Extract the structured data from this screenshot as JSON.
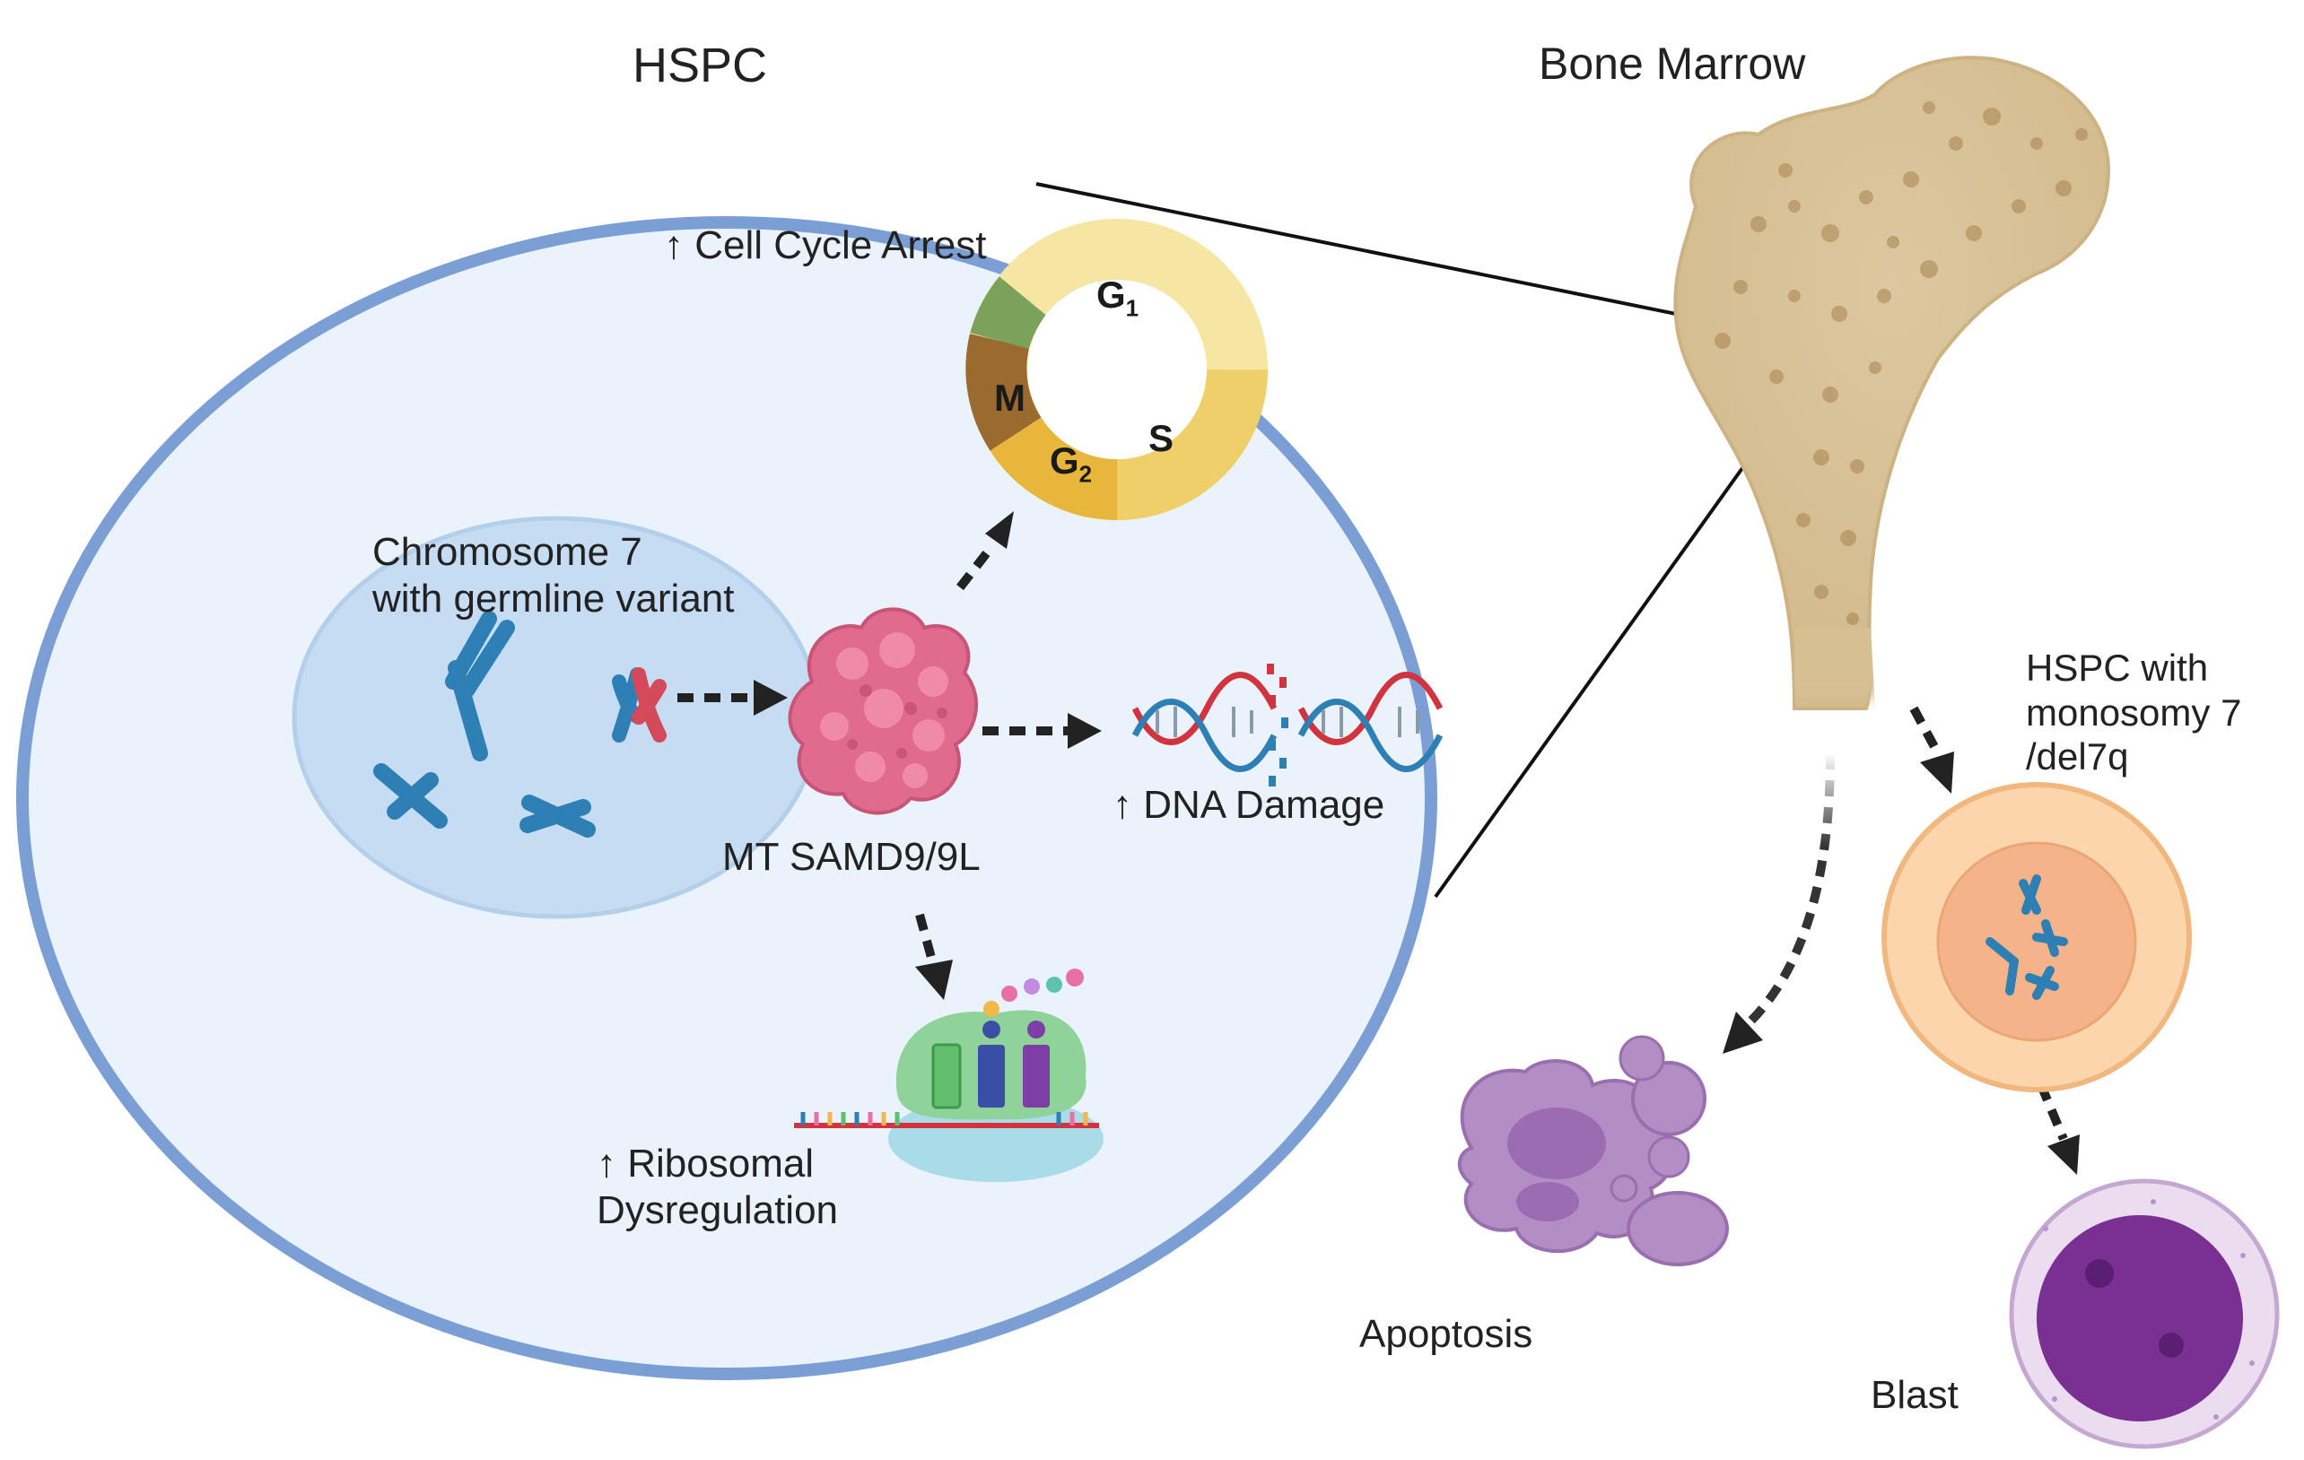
{
  "labels": {
    "hspc_title": "HSPC",
    "bone_marrow": "Bone Marrow",
    "cell_cycle_arrest": "↑ Cell Cycle Arrest",
    "chromosome_line1": "Chromosome 7",
    "chromosome_line2": "with germline variant",
    "protein": "MT SAMD9/9L",
    "dna_damage": "↑ DNA Damage",
    "ribosomal_line1": "↑ Ribosomal",
    "ribosomal_line2": "Dysregulation",
    "hspc_mono_line1": "HSPC with",
    "hspc_mono_line2": "monosomy 7",
    "hspc_mono_line3": "/del7q",
    "apoptosis": "Apoptosis",
    "blast": "Blast"
  },
  "cell_cycle": {
    "g1": "G",
    "g1_sub": "1",
    "s": "S",
    "g2": "G",
    "g2_sub": "2",
    "m": "M"
  },
  "colors": {
    "cell_membrane": "#7b9fd4",
    "cytoplasm": "#eaf3fb",
    "nucleus": "#c6dcf2",
    "chromosome": "#2e7fb4",
    "protein": "#e06b8f",
    "bone": "#d8c29a",
    "apoptotic": "#b38ec4",
    "blast": "#7a2f92"
  }
}
